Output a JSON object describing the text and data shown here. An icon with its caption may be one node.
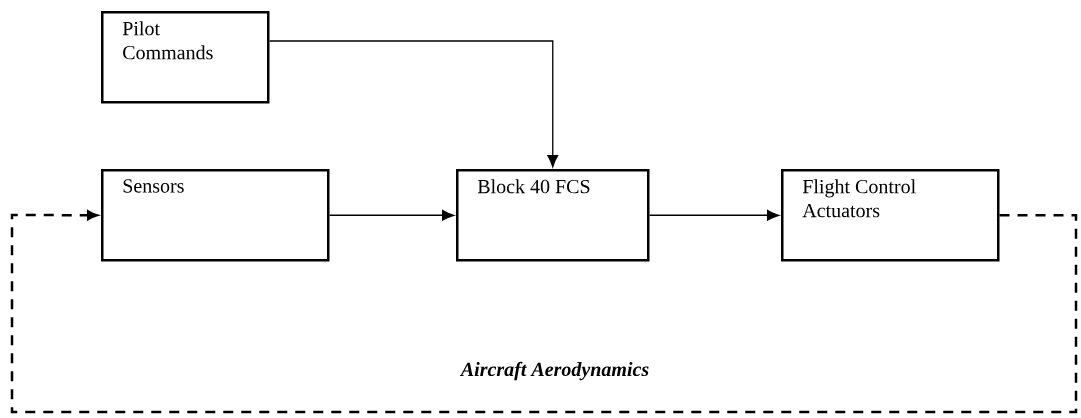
{
  "diagram": {
    "nodes": [
      {
        "text": [
          "Pilot Commands"
        ]
      },
      {
        "text": [
          "Sensors"
        ]
      },
      {
        "text": [
          "Block 40 FCS"
        ]
      },
      {
        "text": [
          "Flight Control Actuators"
        ]
      }
    ],
    "edges": [
      {
        "from": 0,
        "to": 2,
        "arrow": "to"
      },
      {
        "from": 1,
        "to": 2,
        "arrow": "to"
      },
      {
        "from": 2,
        "to": 3,
        "arrow": "to"
      },
      {
        "from": 3,
        "to": 1,
        "arrow": "to",
        "style": "dashed"
      }
    ],
    "labels": [
      "Aircraft Aerodynamics"
    ]
  }
}
